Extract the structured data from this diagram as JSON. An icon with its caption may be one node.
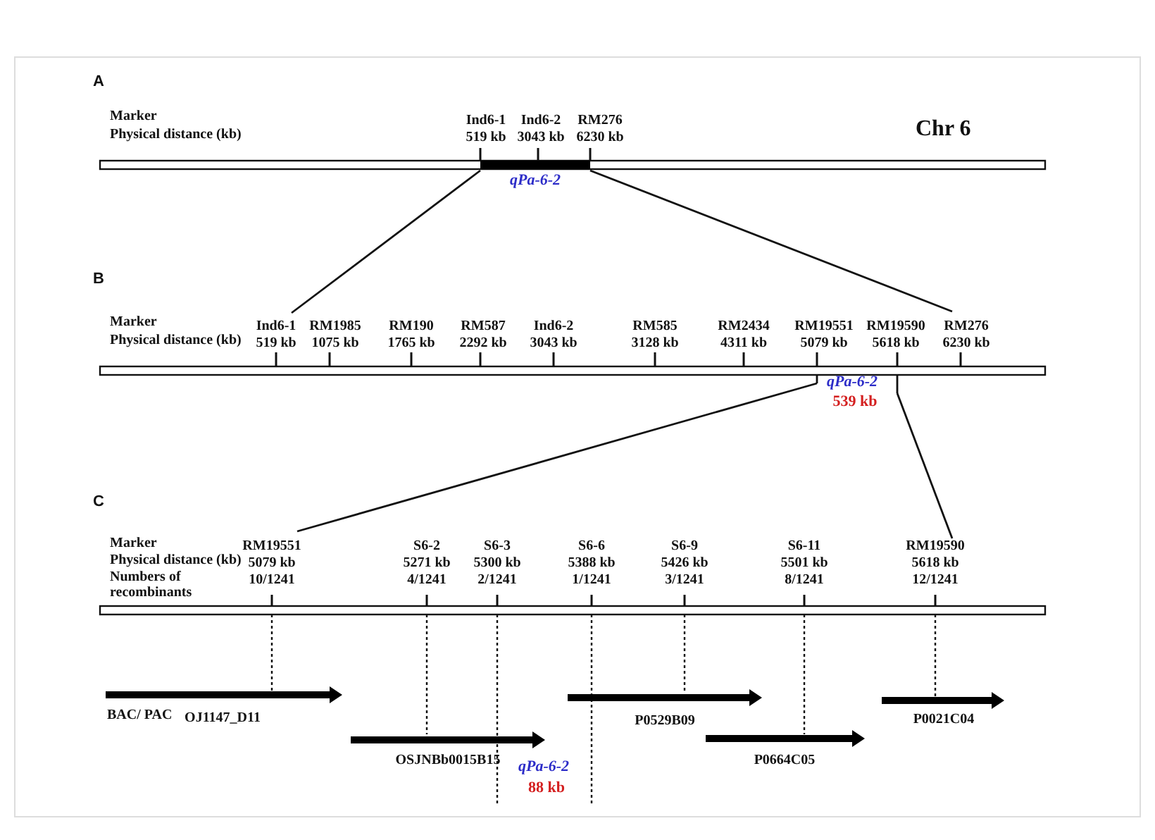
{
  "diagram": {
    "labels": [
      "A",
      "Marker",
      "Physical distance (kb)",
      "Ind6-1",
      "519 kb",
      "Ind6-2",
      "3043 kb",
      "RM276",
      "6230 kb",
      "Chr 6",
      "qPa-6-2",
      "B",
      "Marker",
      "Physical distance (kb)",
      "Ind6-1",
      "519 kb",
      "RM1985",
      "1075 kb",
      "RM190",
      "1765 kb",
      "RM587",
      "2292 kb",
      "Ind6-2",
      "3043 kb",
      "RM585",
      "3128 kb",
      "RM2434",
      "4311 kb",
      "RM19551",
      "5079 kb",
      "RM19590",
      "5618 kb",
      "RM276",
      "6230 kb",
      "qPa-6-2",
      "539 kb",
      "C",
      "Marker",
      "Physical distance (kb)",
      "Numbers of recombinants",
      "RM19551",
      "5079 kb",
      "10/1241",
      "S6-2",
      "5271 kb",
      "4/1241",
      "S6-3",
      "5300 kb",
      "2/1241",
      "S6-6",
      "5388 kb",
      "1/1241",
      "S6-9",
      "5426 kb",
      "3/1241",
      "S6-11",
      "5501 kb",
      "8/1241",
      "RM19590",
      "5618 kb",
      "12/1241",
      "BAC/ PAC",
      "OJ1147_D11",
      "OSJNBb0015B15",
      "P0529B09",
      "P0664C05",
      "P0021C04",
      "qPa-6-2",
      "88 kb"
    ]
  }
}
